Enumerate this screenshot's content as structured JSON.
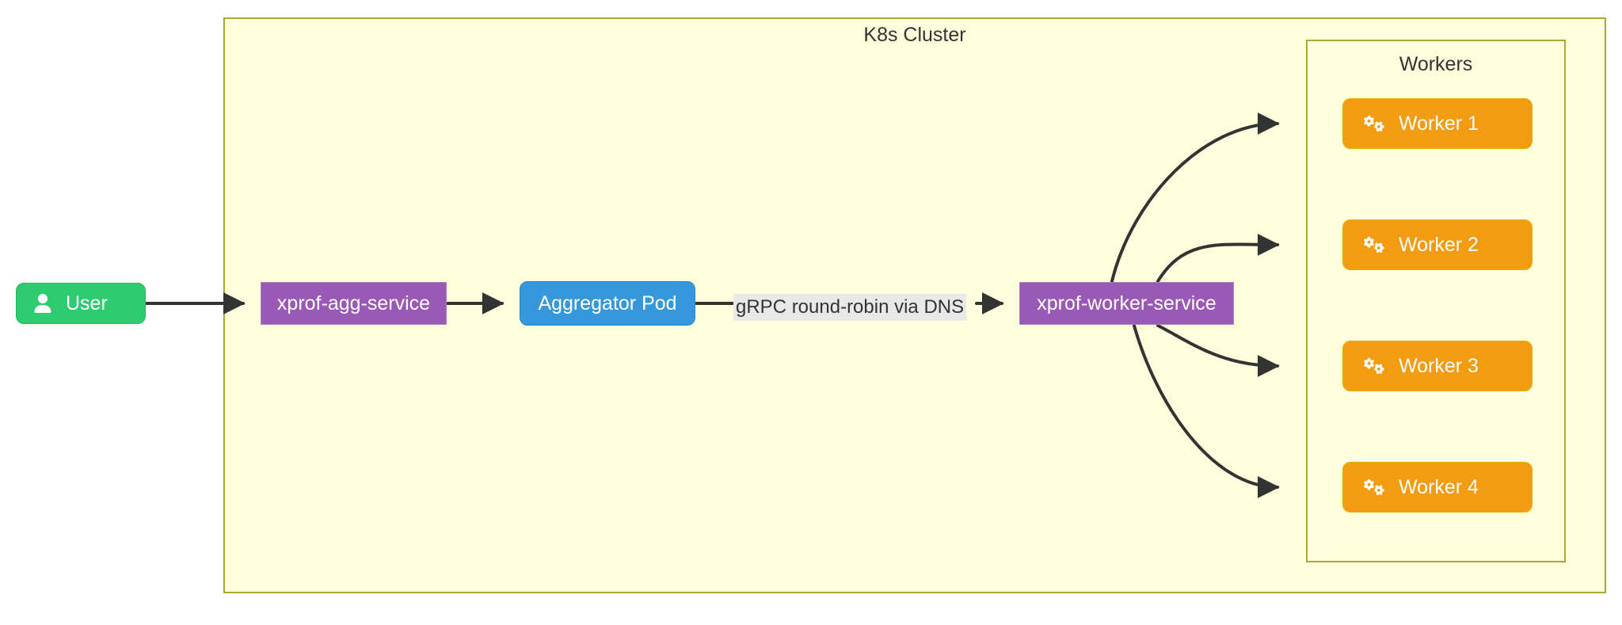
{
  "diagram": {
    "type": "flowchart",
    "direction": "left-to-right",
    "clusters": [
      {
        "id": "k8s",
        "title": "K8s Cluster"
      },
      {
        "id": "workers",
        "title": "Workers"
      }
    ],
    "nodes": {
      "user": {
        "label": "User",
        "icon": "user-icon",
        "color": "#2ecc71",
        "shape": "rounded"
      },
      "agg_service": {
        "label": "xprof-agg-service",
        "icon": "",
        "color": "#9b59b6",
        "shape": "rect"
      },
      "aggregator_pod": {
        "label": "Aggregator Pod",
        "icon": "",
        "color": "#3498db",
        "shape": "rounded"
      },
      "worker_service": {
        "label": "xprof-worker-service",
        "icon": "",
        "color": "#9b59b6",
        "shape": "rect"
      },
      "worker_1": {
        "label": "Worker 1",
        "icon": "cogs-icon",
        "color": "#f39c12",
        "shape": "rounded"
      },
      "worker_2": {
        "label": "Worker 2",
        "icon": "cogs-icon",
        "color": "#f39c12",
        "shape": "rounded"
      },
      "worker_3": {
        "label": "Worker 3",
        "icon": "cogs-icon",
        "color": "#f39c12",
        "shape": "rounded"
      },
      "worker_4": {
        "label": "Worker 4",
        "icon": "cogs-icon",
        "color": "#f39c12",
        "shape": "rounded"
      }
    },
    "edges": [
      {
        "from": "user",
        "to": "agg_service",
        "label": ""
      },
      {
        "from": "agg_service",
        "to": "aggregator_pod",
        "label": ""
      },
      {
        "from": "aggregator_pod",
        "to": "worker_service",
        "label": "gRPC round-robin via DNS"
      },
      {
        "from": "worker_service",
        "to": "worker_1",
        "label": ""
      },
      {
        "from": "worker_service",
        "to": "worker_2",
        "label": ""
      },
      {
        "from": "worker_service",
        "to": "worker_3",
        "label": ""
      },
      {
        "from": "worker_service",
        "to": "worker_4",
        "label": ""
      }
    ],
    "colors": {
      "cluster_fill": "#ffffde",
      "cluster_border": "#aaaa33",
      "edge": "#333333",
      "edge_label_bg": "#e8e8e8",
      "background": "#ffffff"
    }
  }
}
